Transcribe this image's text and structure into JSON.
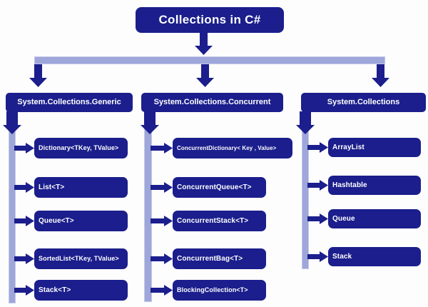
{
  "title": "Collections in C#",
  "colors": {
    "navy": "#1b1e8c",
    "lavender": "#9ea6da",
    "lavender_light": "#c4c9ea",
    "background": "#fdfdfd",
    "text": "#ffffff"
  },
  "columns": [
    {
      "header": "System.Collections.Generic",
      "items": [
        "Dictionary<TKey, TValue>",
        "List<T>",
        "Queue<T>",
        "SortedList<TKey, TValue>",
        "Stack<T>"
      ]
    },
    {
      "header": "System.Collections.Concurrent",
      "items": [
        "ConcurrentDictionary< Key , Value>",
        "ConcurrentQueue<T>",
        "ConcurrentStack<T>",
        "ConcurrentBag<T>",
        "BlockingCollection<T>"
      ]
    },
    {
      "header": "System.Collections",
      "items": [
        "ArrayList",
        "Hashtable",
        "Queue",
        "Stack"
      ]
    }
  ]
}
